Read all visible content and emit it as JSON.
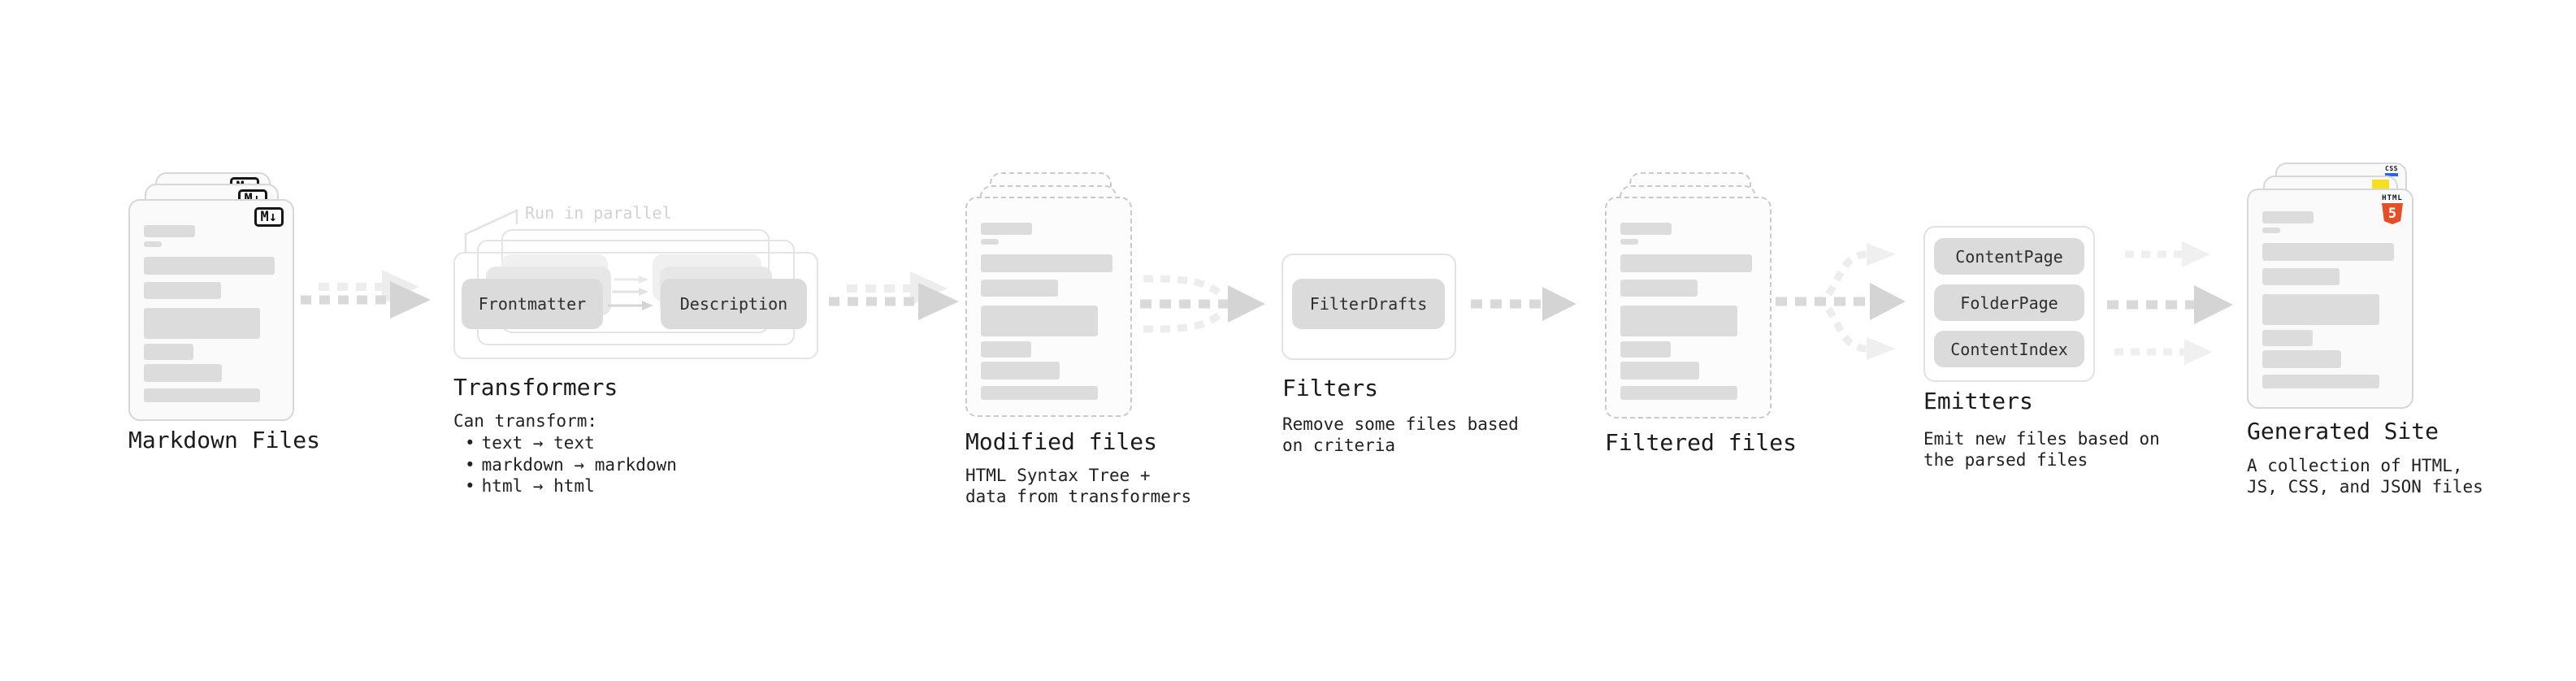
{
  "diagram": {
    "nodes": {
      "markdown_files": {
        "title": "Markdown Files",
        "badge": "M↓"
      },
      "transformers": {
        "title": "Transformers",
        "note": "Run in parallel",
        "chip_left": "Frontmatter",
        "chip_right": "Description",
        "desc_heading": "Can transform:",
        "bullet_glyph": "•",
        "bullets": [
          "text → text",
          "markdown → markdown",
          "html → html"
        ]
      },
      "modified_files": {
        "title": "Modified files",
        "subtitle": [
          "HTML Syntax Tree +",
          "data from transformers"
        ]
      },
      "filters": {
        "title": "Filters",
        "chip": "FilterDrafts",
        "subtitle": [
          "Remove some files based",
          "on criteria"
        ]
      },
      "filtered_files": {
        "title": "Filtered files"
      },
      "emitters": {
        "title": "Emitters",
        "chips": [
          "ContentPage",
          "FolderPage",
          "ContentIndex"
        ],
        "subtitle": [
          "Emit new files based on",
          "the parsed files"
        ]
      },
      "generated_site": {
        "title": "Generated Site",
        "subtitle": [
          "A collection of HTML,",
          "JS, CSS, and JSON files"
        ],
        "badge_css": "CSS",
        "badge_html_label": "HTML",
        "badge_html_number": "5"
      }
    },
    "colors": {
      "html5_orange": "#e34f26",
      "js_yellow": "#f7df1e",
      "css_blue": "#2965f1",
      "skeleton_bar": "#dcdcdc",
      "arrow_dark": "#d4d4d4",
      "arrow_light": "#ededed",
      "note_gray": "#d2d2d2"
    }
  }
}
